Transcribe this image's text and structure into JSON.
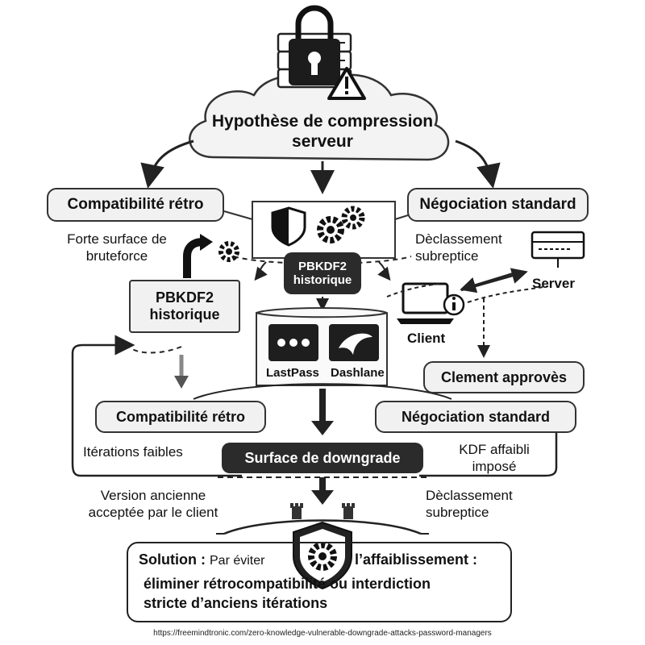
{
  "top": {
    "title": "Hypothèse de compression serveur"
  },
  "left_branch": {
    "box": "Compatibilité rétro",
    "note": "Forte surface de bruteforce",
    "pbkdf2_box": "PBKDF2 historique"
  },
  "center": {
    "pbkdf2_badge": "PBKDF2 historique",
    "lastpass_label": "LastPass",
    "dashlane_label": "Dashlane"
  },
  "right_branch": {
    "box": "Négociation standard",
    "note": "Dèclassement subreptice",
    "server_label": "Server",
    "client_label": "Client",
    "approved_box": "Clement approvès"
  },
  "lower": {
    "compat_box": "Compatibilité rétro",
    "nego_box": "Négociation standard",
    "weak_iterations": "Itérations faibles",
    "kdf_weakened": "KDF affaibli imposé",
    "downgrade": "Surface de downgrade",
    "old_version": "Version ancienne acceptée par le client",
    "silent_downgrade": "Dèclassement subreptice"
  },
  "solution": {
    "lead": "Solution :",
    "part1": "Par éviter",
    "part2": "l’affaiblissement :",
    "line2": "éliminer rétrocompatibilité ou interdiction",
    "line3": "stricte d’anciens itérations"
  },
  "footer": {
    "url": "https://freemindtronic.com/zero-knowledge-vulnerable-downgrade-attacks-password-managers"
  },
  "icons": [
    "cloud-icon",
    "server-lock-icon",
    "warning-icon",
    "shield-icon",
    "gear-icon",
    "arrow-icon",
    "laptop-icon",
    "info-icon",
    "lastpass-icon",
    "dashlane-icon",
    "shield-gear-icon",
    "castle-icon"
  ]
}
